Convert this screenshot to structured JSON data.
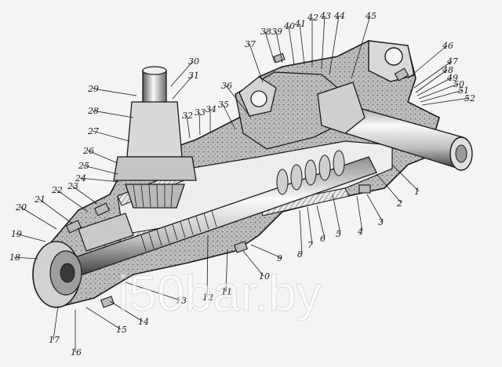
{
  "watermark": "i50bar.by",
  "callouts": [
    "1",
    "2",
    "3",
    "4",
    "5",
    "6",
    "7",
    "8",
    "9",
    "10",
    "11",
    "12",
    "13",
    "14",
    "15",
    "16",
    "17",
    "18",
    "19",
    "20",
    "21",
    "22",
    "23",
    "24",
    "25",
    "26",
    "27",
    "28",
    "29",
    "30",
    "31",
    "32",
    "33",
    "34",
    "35",
    "36",
    "37",
    "38",
    "39",
    "40",
    "41",
    "42",
    "43",
    "44",
    "45",
    "46",
    "47",
    "48",
    "49",
    "50",
    "51",
    "52"
  ]
}
